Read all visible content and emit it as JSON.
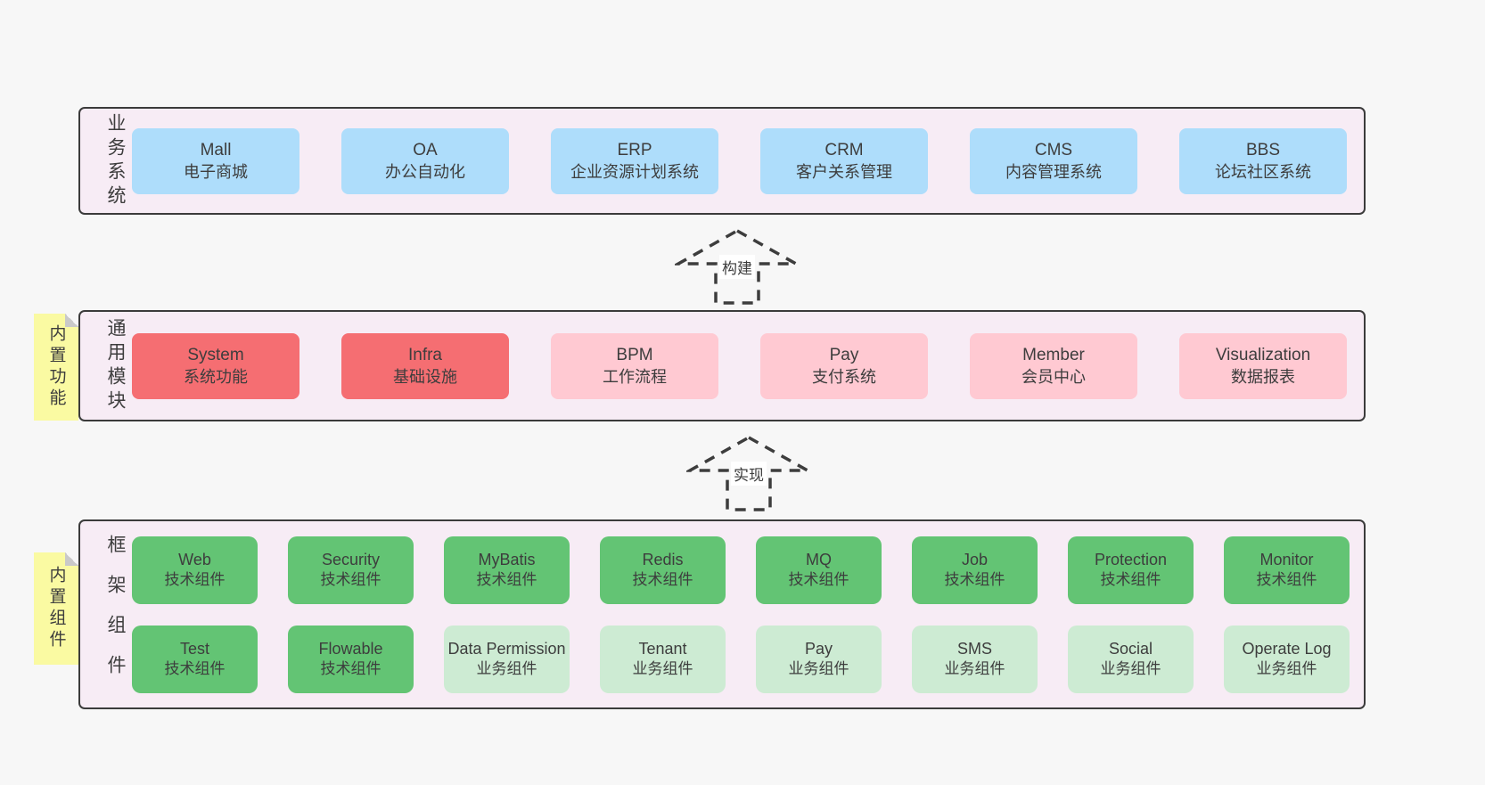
{
  "colors": {
    "page_bg": "#f7f7f7",
    "panel_bg": "#f7ecf5",
    "panel_border": "#3b3b3b",
    "blue": "#aeddfb",
    "red": "#f56e72",
    "pink": "#ffc9d2",
    "green_dark": "#63c474",
    "green_light": "#cdebd3",
    "note_yellow": "#fafaa2",
    "text": "#3d3d3d"
  },
  "business": {
    "label": "业务系统",
    "boxes": [
      {
        "title": "Mall",
        "subtitle": "电子商城",
        "variant": "blue"
      },
      {
        "title": "OA",
        "subtitle": "办公自动化",
        "variant": "blue"
      },
      {
        "title": "ERP",
        "subtitle": "企业资源计划系统",
        "variant": "blue"
      },
      {
        "title": "CRM",
        "subtitle": "客户关系管理",
        "variant": "blue"
      },
      {
        "title": "CMS",
        "subtitle": "内容管理系统",
        "variant": "blue"
      },
      {
        "title": "BBS",
        "subtitle": "论坛社区系统",
        "variant": "blue"
      }
    ]
  },
  "arrow_build": {
    "label": "构建"
  },
  "common": {
    "label": "通用模块",
    "note": "内置功能",
    "boxes": [
      {
        "title": "System",
        "subtitle": "系统功能",
        "variant": "red"
      },
      {
        "title": "Infra",
        "subtitle": "基础设施",
        "variant": "red"
      },
      {
        "title": "BPM",
        "subtitle": "工作流程",
        "variant": "pink"
      },
      {
        "title": "Pay",
        "subtitle": "支付系统",
        "variant": "pink"
      },
      {
        "title": "Member",
        "subtitle": "会员中心",
        "variant": "pink"
      },
      {
        "title": "Visualization",
        "subtitle": "数据报表",
        "variant": "pink"
      }
    ]
  },
  "arrow_implement": {
    "label": "实现"
  },
  "framework": {
    "label": "框架组件",
    "note": "内置组件",
    "row1": [
      {
        "title": "Web",
        "subtitle": "技术组件",
        "variant": "green-dark"
      },
      {
        "title": "Security",
        "subtitle": "技术组件",
        "variant": "green-dark"
      },
      {
        "title": "MyBatis",
        "subtitle": "技术组件",
        "variant": "green-dark"
      },
      {
        "title": "Redis",
        "subtitle": "技术组件",
        "variant": "green-dark"
      },
      {
        "title": "MQ",
        "subtitle": "技术组件",
        "variant": "green-dark"
      },
      {
        "title": "Job",
        "subtitle": "技术组件",
        "variant": "green-dark"
      },
      {
        "title": "Protection",
        "subtitle": "技术组件",
        "variant": "green-dark"
      },
      {
        "title": "Monitor",
        "subtitle": "技术组件",
        "variant": "green-dark"
      }
    ],
    "row2": [
      {
        "title": "Test",
        "subtitle": "技术组件",
        "variant": "green-dark"
      },
      {
        "title": "Flowable",
        "subtitle": "技术组件",
        "variant": "green-dark"
      },
      {
        "title": "Data Permission",
        "subtitle": "业务组件",
        "variant": "green-light"
      },
      {
        "title": "Tenant",
        "subtitle": "业务组件",
        "variant": "green-light"
      },
      {
        "title": "Pay",
        "subtitle": "业务组件",
        "variant": "green-light"
      },
      {
        "title": "SMS",
        "subtitle": "业务组件",
        "variant": "green-light"
      },
      {
        "title": "Social",
        "subtitle": "业务组件",
        "variant": "green-light"
      },
      {
        "title": "Operate Log",
        "subtitle": "业务组件",
        "variant": "green-light"
      }
    ]
  }
}
